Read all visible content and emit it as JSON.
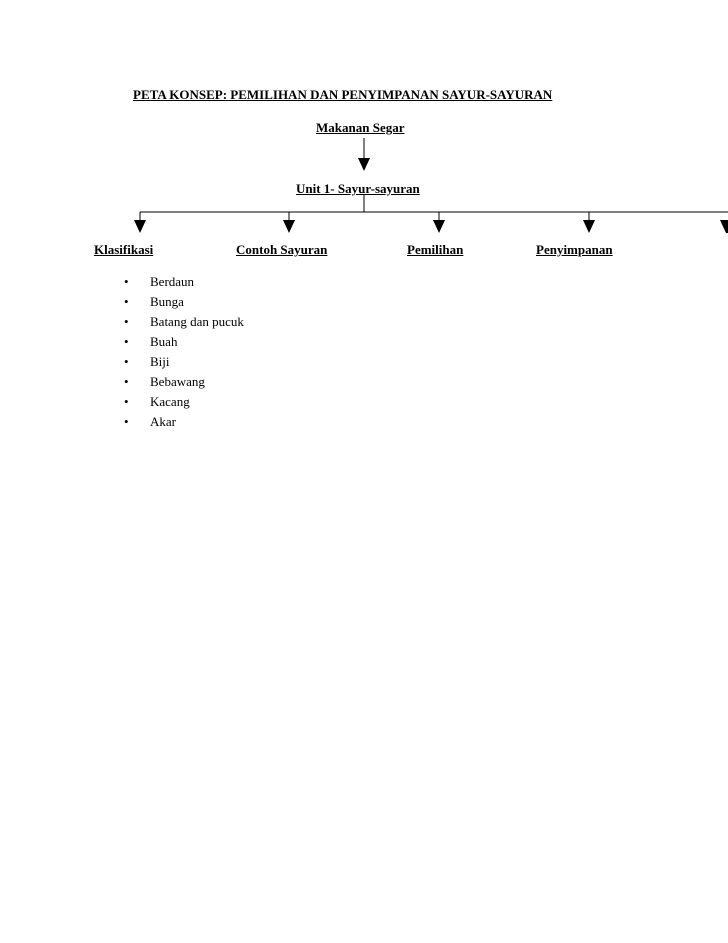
{
  "title": "PETA KONSEP: PEMILIHAN DAN PENYIMPANAN SAYUR-SAYURAN",
  "root": "Makanan Segar",
  "unit": "Unit 1- Sayur-sayuran",
  "branches": [
    "Klasifikasi",
    "Contoh Sayuran",
    "Pemilihan",
    "Penyimpanan"
  ],
  "klasifikasi_items": [
    "Berdaun",
    "Bunga",
    "Batang dan pucuk",
    "Buah",
    "Biji",
    "Bebawang",
    "Kacang",
    "Akar"
  ],
  "bullet_glyph": "•"
}
